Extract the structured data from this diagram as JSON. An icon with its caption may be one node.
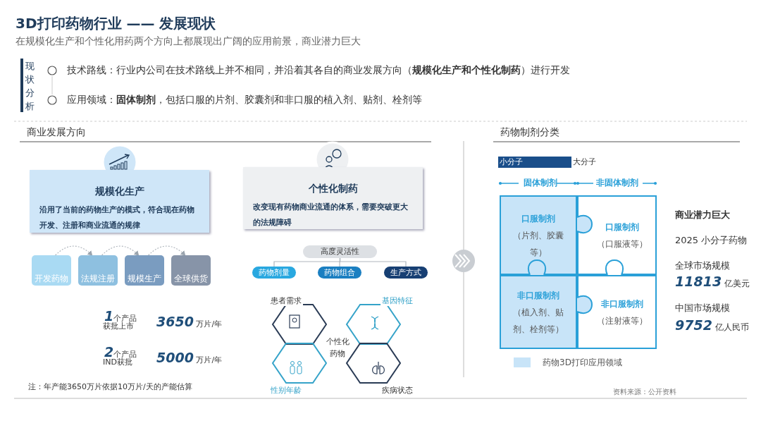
{
  "diagram": {
    "title": "3D打印药物行业 —— 发展现状",
    "nodes": [
      {
        "text": [
          "规模化生产",
          "沿用了当前的药物生产的模式，符合现在药物开发、注册和商业流通的规律"
        ]
      },
      {
        "text": [
          "个性化制药",
          "改变现有药物商业流通的体系，需要突破更大的法规障碍"
        ]
      },
      {
        "text": [
          "开发药物"
        ]
      },
      {
        "text": [
          "法规注册"
        ]
      },
      {
        "text": [
          "规模生产"
        ]
      },
      {
        "text": [
          "全球供货"
        ]
      },
      {
        "text": [
          "高度灵活性"
        ]
      },
      {
        "text": [
          "药物剂量"
        ]
      },
      {
        "text": [
          "药物组合"
        ]
      },
      {
        "text": [
          "生产方式"
        ]
      },
      {
        "text": [
          "口服制剂",
          "（片剂、胶囊等）"
        ]
      },
      {
        "text": [
          "口服制剂",
          "（口服液等）"
        ]
      },
      {
        "text": [
          "非口服制剂",
          "（植入剂、贴剂、栓剂等）"
        ]
      },
      {
        "text": [
          "非口服制剂",
          "（注射液等）"
        ]
      },
      {
        "text": [
          "小分子"
        ],
        "beside": [
          "大分子"
        ]
      }
    ],
    "edges": [
      {
        "from": 2,
        "to": 3,
        "arrow": "to",
        "style": "dashed"
      },
      {
        "from": 3,
        "to": 4,
        "arrow": "to",
        "style": "dashed"
      },
      {
        "from": 4,
        "to": 5,
        "arrow": "to",
        "style": "dashed"
      },
      {
        "from": 6,
        "to": 7,
        "arrow": "none"
      },
      {
        "from": 6,
        "to": 8,
        "arrow": "none"
      },
      {
        "from": 6,
        "to": 9,
        "arrow": "none"
      }
    ],
    "labels": [
      "在规模化生产和个性化用药两个方向上都展现出广阔的应用前景，商业潜力巨大",
      "现状分析",
      "技术路线：行业内公司在技术路线上并不相同，并沿着其各自的商业发展方向（**规模化生产和个性化制药**）进行开发",
      "应用领域：**固体制剂**，包括口服的片剂、胶囊剂和非口服的植入剂、贴剂、栓剂等",
      "商业发展方向",
      "药物制剂分类",
      "固体制剂",
      "非固体制剂",
      "**1**个产品",
      "获批上市",
      "**3650** 万片/年",
      "**2**个产品",
      "IND获批",
      "**5000** 万片/年",
      "患者需求",
      "基因特征",
      "个性化药物",
      "性别年龄",
      "疾病状态",
      "商业潜力巨大",
      "2025 小分子药物",
      "全球市场规模",
      "**11813** 亿美元",
      "中国市场规模",
      "**9752** 亿人民币",
      "注：年产能3650万片依据10万片/天的产能估算",
      "资料来源：公开资料"
    ],
    "legend": [
      {
        "text": "药物3D打印应用领域",
        "color": "#c8e4f8"
      }
    ]
  }
}
